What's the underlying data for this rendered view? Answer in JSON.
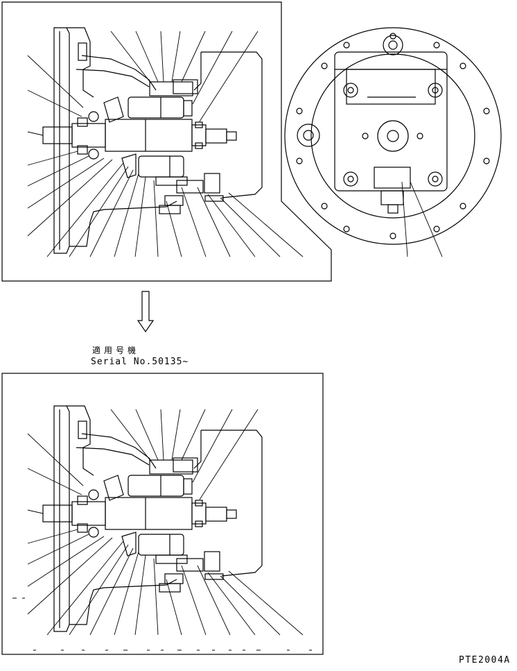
{
  "serial": {
    "applicable_label": "適用号機",
    "serial_text": "Serial No.50135~"
  },
  "figure_code": "PTE2004A",
  "colors": {
    "line": "#000000",
    "background": "#ffffff"
  }
}
